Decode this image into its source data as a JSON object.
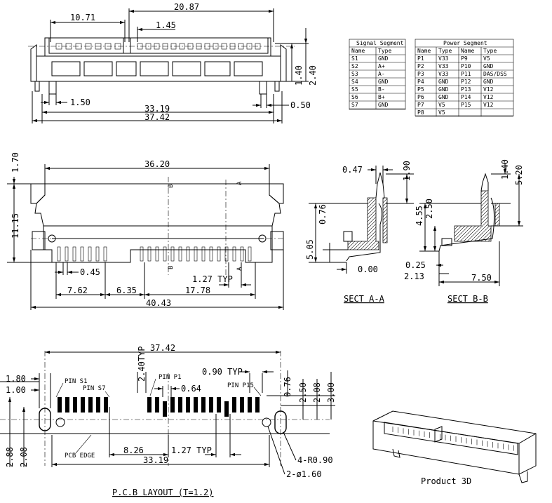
{
  "top_view": {
    "dims": [
      "10.71",
      "20.87",
      "1.45",
      "1.40",
      "2.40",
      "1.50",
      "0.50",
      "33.19",
      "37.42"
    ]
  },
  "signal_table": {
    "title": "Signal Segment",
    "headers": [
      "Name",
      "Type"
    ],
    "rows": [
      [
        "S1",
        "GND"
      ],
      [
        "S2",
        "A+"
      ],
      [
        "S3",
        "A-"
      ],
      [
        "S4",
        "GND"
      ],
      [
        "S5",
        "B-"
      ],
      [
        "S6",
        "B+"
      ],
      [
        "S7",
        "GND"
      ]
    ]
  },
  "power_table": {
    "title": "Power Segment",
    "headers": [
      "Name",
      "Type",
      "Name",
      "Type"
    ],
    "rows": [
      [
        "P1",
        "V33",
        "P9",
        "V5"
      ],
      [
        "P2",
        "V33",
        "P10",
        "GND"
      ],
      [
        "P3",
        "V33",
        "P11",
        "DAS/DSS"
      ],
      [
        "P4",
        "GND",
        "P12",
        "GND"
      ],
      [
        "P5",
        "GND",
        "P13",
        "V12"
      ],
      [
        "P6",
        "GND",
        "P14",
        "V12"
      ],
      [
        "P7",
        "V5",
        "P15",
        "V12"
      ],
      [
        "P8",
        "V5",
        "",
        ""
      ]
    ]
  },
  "front_view": {
    "dims": [
      "1.70",
      "36.20",
      "11.15",
      "0.45",
      "1.27 TYP",
      "7.62",
      "6.35",
      "17.78",
      "40.43"
    ],
    "markers": [
      "B",
      "A",
      "B",
      "A"
    ]
  },
  "sect_aa": {
    "dims": [
      "0.47",
      "1.90",
      "0.76",
      "5.05",
      "0.00"
    ],
    "caption": "SECT A-A"
  },
  "sect_bb": {
    "dims": [
      "1.40",
      "5.20",
      "4.55",
      "2.50",
      "0.25",
      "2.13",
      "7.50"
    ],
    "caption": "SECT B-B"
  },
  "pcb_layout": {
    "dims": [
      "37.42",
      "2.40TYP",
      "1.80",
      "1.00",
      "0.90 TYP",
      "0.64",
      "0.76",
      "2.50",
      "2.08",
      "3.00",
      "2.88",
      "2.08",
      "8.26",
      "1.27 TYP",
      "33.19",
      "4-R0.90",
      "2-ø1.60"
    ],
    "labels": [
      "PIN S1",
      "PIN S7",
      "PIN P1",
      "PIN P15",
      "PCB EDGE"
    ],
    "caption": "P.C.B LAYOUT (T=1.2)"
  },
  "product_3d": {
    "caption": "Product 3D"
  }
}
